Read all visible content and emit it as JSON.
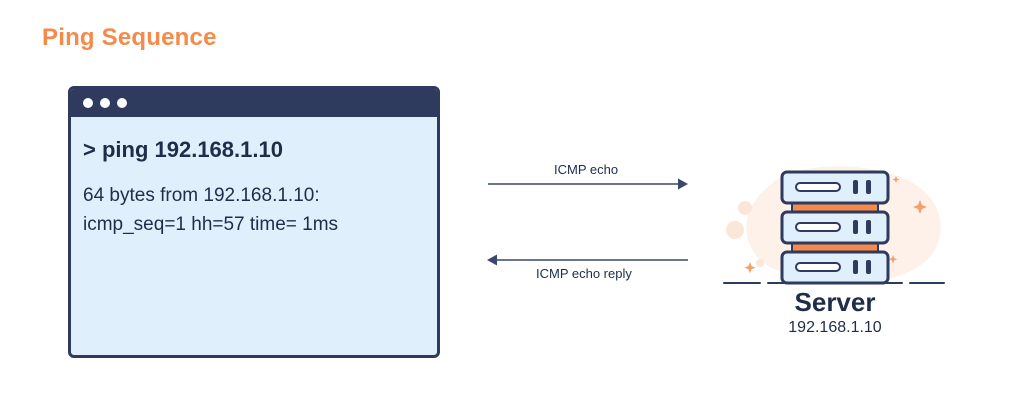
{
  "title": "Ping Sequence",
  "terminal": {
    "command": "> ping 192.168.1.10",
    "output_line1": "64 bytes from 192.168.1.10:",
    "output_line2": "icmp_seq=1 hh=57 time= 1ms"
  },
  "arrows": {
    "request_label": "ICMP echo",
    "reply_label": "ICMP echo reply"
  },
  "server": {
    "name": "Server",
    "ip": "192.168.1.10"
  },
  "colors": {
    "accent": "#f58a4a",
    "dark": "#2e3b5e",
    "terminal_bg": "#dfeffb"
  }
}
